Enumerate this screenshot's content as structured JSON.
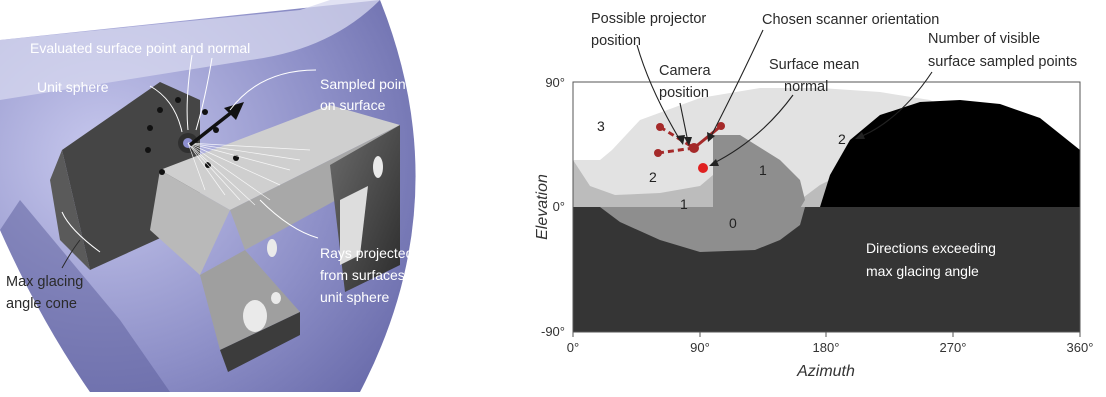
{
  "left_figure": {
    "labels": {
      "evaluated": "Evaluated surface point and normal",
      "unit_sphere": "Unit sphere",
      "sampled_1": "Sampled points",
      "sampled_2": "on surface",
      "rays_1": "Rays projected",
      "rays_2": "from surfaces to",
      "rays_3": "unit sphere",
      "cone_1": "Max glacing",
      "cone_2": "angle cone"
    },
    "colors": {
      "cone": "#8d8fc4",
      "part": "#3a3a3a",
      "part_face": "#cfcfcf"
    }
  },
  "right_figure": {
    "annotations": {
      "projector_1": "Possible projector",
      "projector_2": "position",
      "camera_1": "Camera",
      "camera_2": "position",
      "scanner": "Chosen scanner orientation",
      "mean_normal_1": "Surface mean",
      "mean_normal_2": "normal",
      "visible_1": "Number of visible",
      "visible_2": "surface sampled points",
      "exceeding_1": "Directions exceeding",
      "exceeding_2": "max glacing angle"
    },
    "region_labels": {
      "r3": "3",
      "r2_left": "2",
      "r2_right": "2",
      "r1_left": "1",
      "r1_mid": "1",
      "r0": "0"
    },
    "chart_data": {
      "type": "heatmap",
      "title": "",
      "xlabel": "Azimuth",
      "ylabel": "Elevation",
      "x_ticks": [
        "0°",
        "90°",
        "180°",
        "270°",
        "360°"
      ],
      "y_ticks": [
        "90°",
        "0°",
        "-90°"
      ],
      "xlim": [
        0,
        360
      ],
      "ylim": [
        -90,
        90
      ],
      "colors": {
        "count_3": "#ffffff",
        "count_2": "#e2e2e2",
        "count_1": "#bcbcbc",
        "count_0": "#8e8e8e",
        "exceeding": "#353535",
        "black": "#000000",
        "marker": "#a52a2a",
        "mean_normal": "#e02020"
      }
    }
  }
}
